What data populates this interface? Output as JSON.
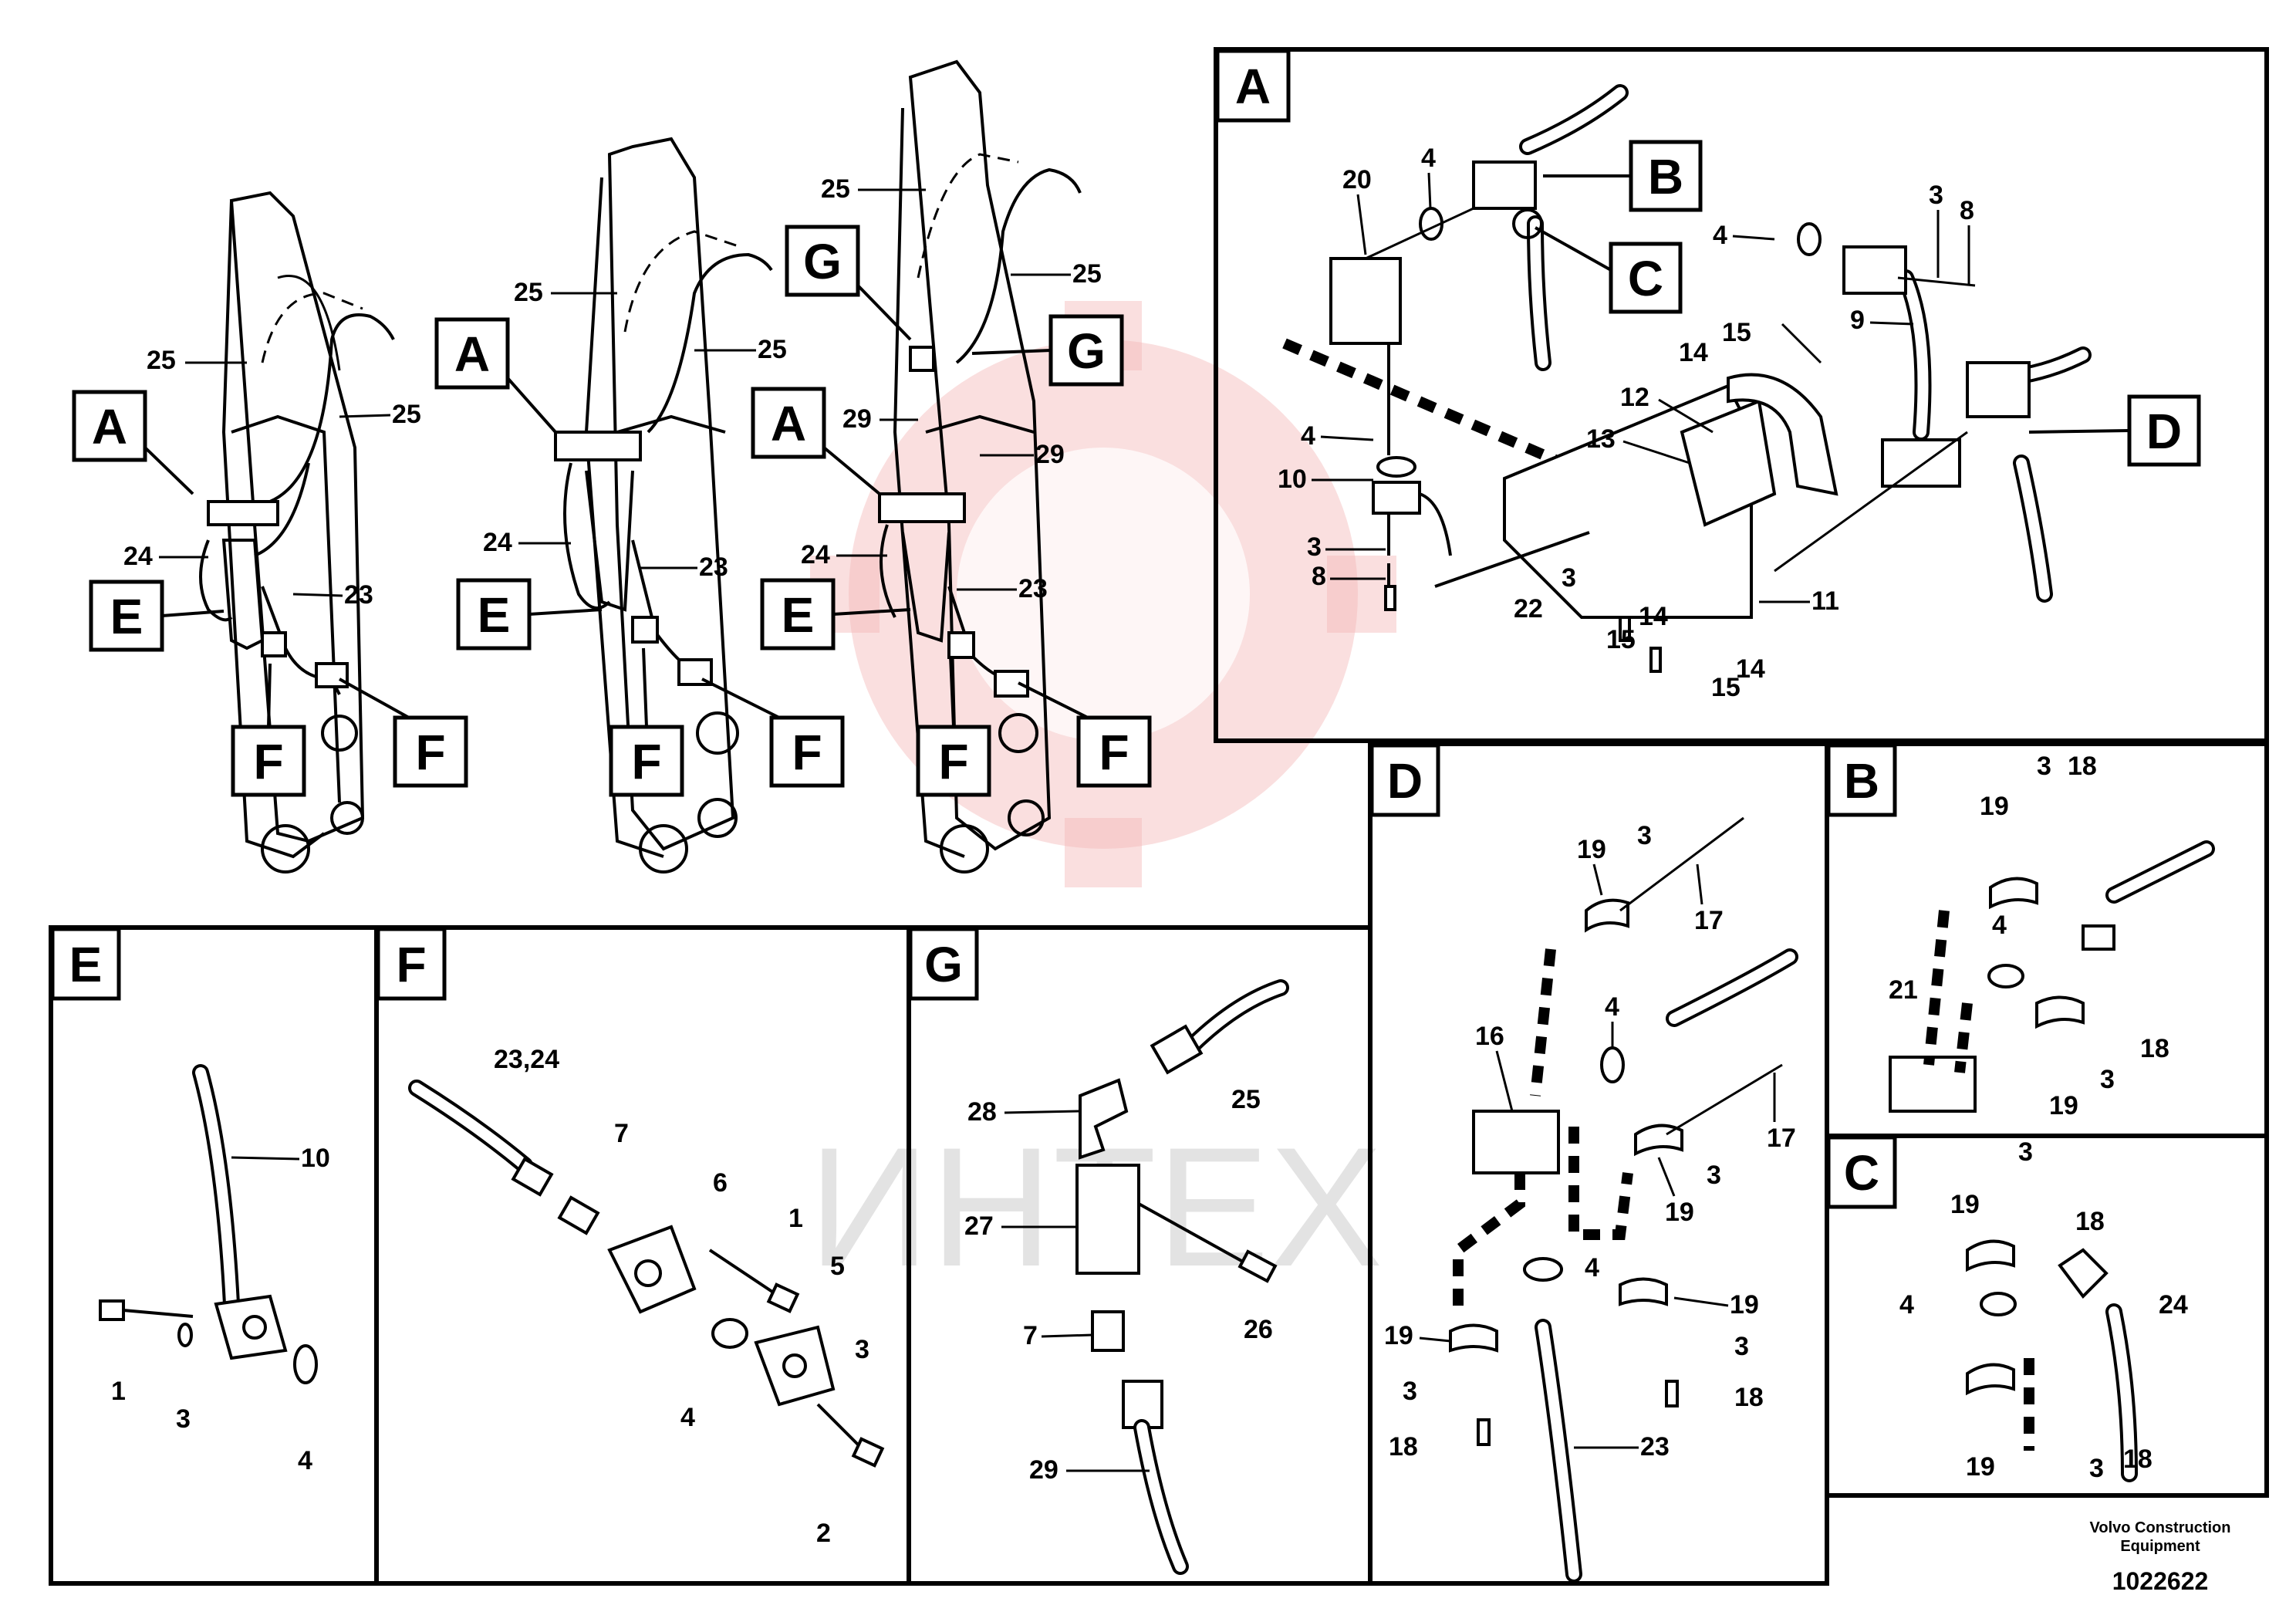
{
  "panels": {
    "A": "A",
    "B": "B",
    "C": "C",
    "D": "D",
    "E": "E",
    "F": "F",
    "G": "G"
  },
  "callouts": {
    "A": "A",
    "B": "B",
    "C": "C",
    "D": "D",
    "E": "E",
    "F": "F",
    "G": "G"
  },
  "booms_labels": {
    "n25": "25",
    "n24": "24",
    "n23": "23",
    "n29": "29"
  },
  "panel_a_numbers": {
    "n20": "20",
    "n4": "4",
    "n3": "3",
    "n8": "8",
    "n9": "9",
    "n15": "15",
    "n14": "14",
    "n12": "12",
    "n13": "13",
    "n10": "10",
    "n22": "22",
    "n11": "11"
  },
  "panel_d_numbers": {
    "n19": "19",
    "n3": "3",
    "n17": "17",
    "n4": "4",
    "n16": "16",
    "n18": "18",
    "n23": "23"
  },
  "panel_b_numbers": {
    "n19": "19",
    "n3": "3",
    "n18": "18",
    "n4": "4",
    "n21": "21"
  },
  "panel_c_numbers": {
    "n19": "19",
    "n3": "3",
    "n18": "18",
    "n4": "4",
    "n24": "24"
  },
  "panel_e_numbers": {
    "n10": "10",
    "n1": "1",
    "n3": "3",
    "n4": "4"
  },
  "panel_f_numbers": {
    "n2324": "23,24",
    "n7": "7",
    "n6": "6",
    "n1": "1",
    "n5": "5",
    "n3": "3",
    "n4": "4",
    "n2": "2"
  },
  "panel_g_numbers": {
    "n28": "28",
    "n25": "25",
    "n27": "27",
    "n26": "26",
    "n7": "7",
    "n29": "29"
  },
  "watermark": {
    "text": "ИНТЕХ"
  },
  "footer": {
    "company_line1": "Volvo Construction",
    "company_line2": "Equipment",
    "drawing_number": "1022622"
  },
  "colors": {
    "line": "#000000",
    "background": "#ffffff",
    "watermark": "#f4b8b8"
  }
}
